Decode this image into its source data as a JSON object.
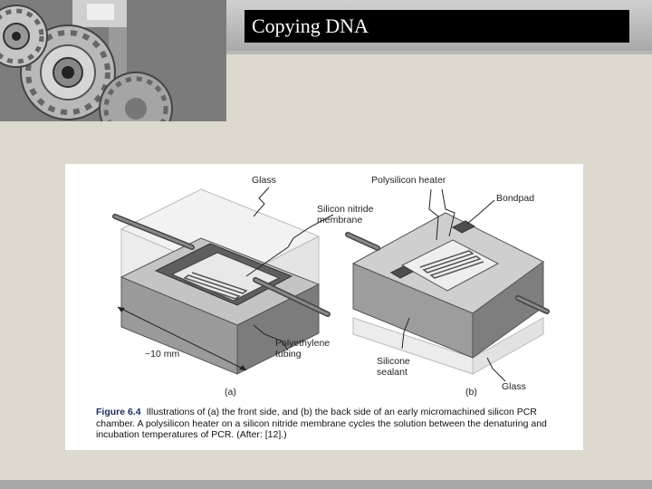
{
  "slide": {
    "title": "Copying DNA"
  },
  "figure": {
    "labels": {
      "glass_a": "Glass",
      "membrane_line1": "Silicon nitride",
      "membrane_line2": "membrane",
      "tubing_line1": "Polyethylene",
      "tubing_line2": "tubing",
      "dimension": "~10 mm",
      "panel_a": "(a)",
      "heater": "Polysilicon heater",
      "bondpad": "Bondpad",
      "sealant_line1": "Silicone",
      "sealant_line2": "sealant",
      "glass_b": "Glass",
      "panel_b": "(b)"
    },
    "caption": {
      "number": "Figure 6.4",
      "text": "Illustrations of (a) the front side, and (b) the back side of an early micromachined silicon PCR chamber. A polysilicon heater on a silicon nitride membrane cycles the solution between the denaturing and incubation temperatures of PCR. (After: [12].)"
    }
  }
}
